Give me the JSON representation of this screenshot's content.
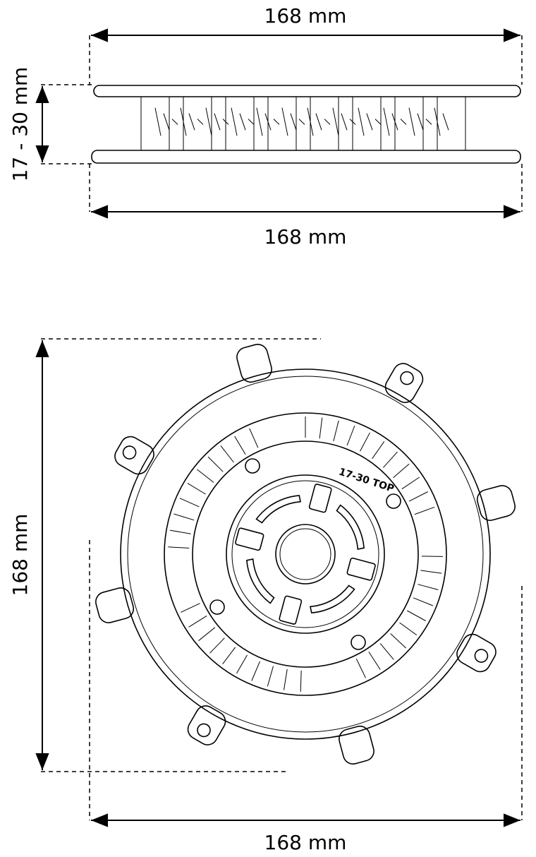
{
  "side_view": {
    "width_top_label": "168 mm",
    "height_label": "17 - 30 mm",
    "width_bottom_label": "168 mm"
  },
  "top_view": {
    "height_label": "168 mm",
    "width_label": "168 mm",
    "part_marking": "17-30 TOP"
  }
}
